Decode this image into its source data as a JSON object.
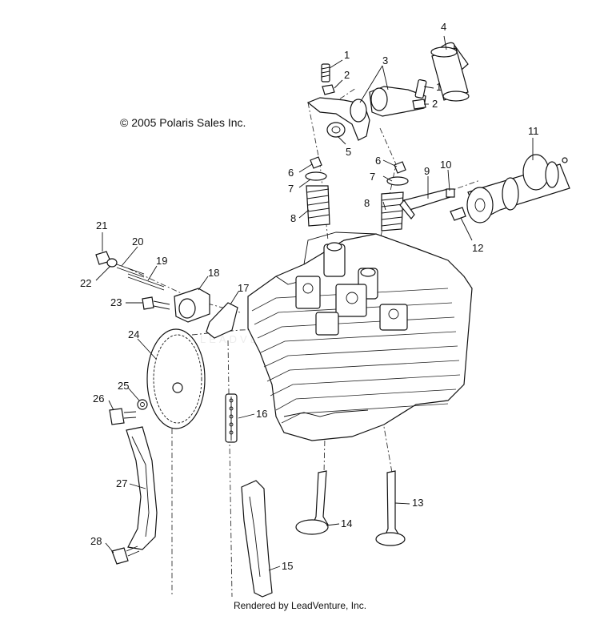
{
  "copyright": "© 2005 Polaris Sales Inc.",
  "footer": "Rendered by LeadVenture, Inc.",
  "watermark_logo": "LEADVENTURE",
  "callouts": [
    {
      "label": "1"
    },
    {
      "label": "2"
    },
    {
      "label": "3"
    },
    {
      "label": "4"
    },
    {
      "label": "1"
    },
    {
      "label": "2"
    },
    {
      "label": "5"
    },
    {
      "label": "6"
    },
    {
      "label": "7"
    },
    {
      "label": "8"
    },
    {
      "label": "6"
    },
    {
      "label": "7"
    },
    {
      "label": "8"
    },
    {
      "label": "9"
    },
    {
      "label": "10"
    },
    {
      "label": "11"
    },
    {
      "label": "12"
    },
    {
      "label": "21"
    },
    {
      "label": "20"
    },
    {
      "label": "19"
    },
    {
      "label": "22"
    },
    {
      "label": "18"
    },
    {
      "label": "17"
    },
    {
      "label": "23"
    },
    {
      "label": "24"
    },
    {
      "label": "25"
    },
    {
      "label": "26"
    },
    {
      "label": "16"
    },
    {
      "label": "27"
    },
    {
      "label": "13"
    },
    {
      "label": "14"
    },
    {
      "label": "28"
    },
    {
      "label": "15"
    }
  ]
}
